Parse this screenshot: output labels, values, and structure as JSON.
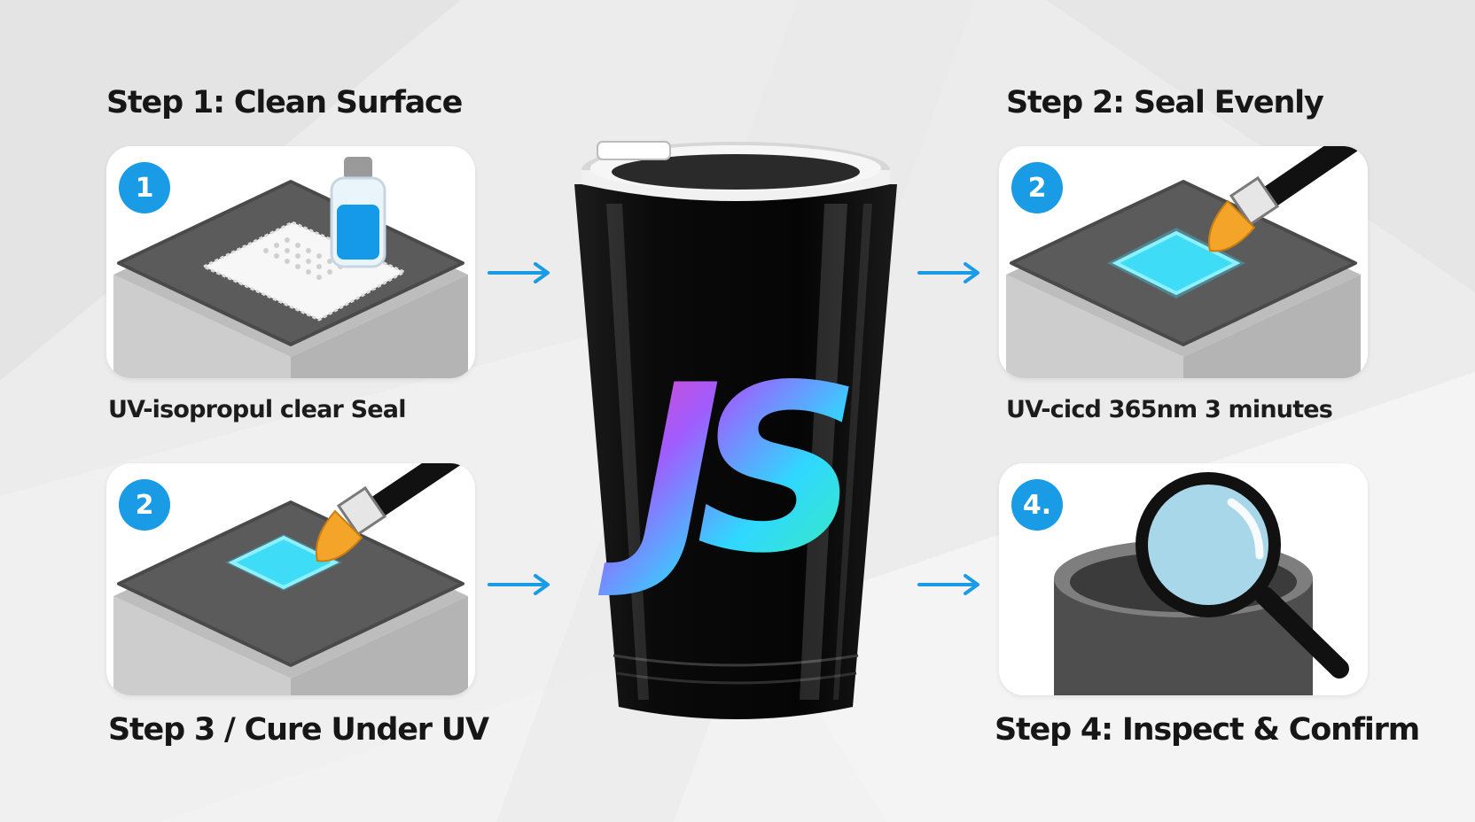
{
  "steps": [
    {
      "heading": "Step 1: Clean Surface",
      "badge": "1",
      "caption": "UV-isopropul clear Seal"
    },
    {
      "heading": "Step 2: Seal Evenly",
      "badge": "2",
      "caption": "UV-cicd 365nm 3 minutes"
    },
    {
      "heading": "",
      "badge": "2",
      "caption": "Step 3 / Cure Under UV"
    },
    {
      "heading": "",
      "badge": "4.",
      "caption": "Step 4: Inspect & Confirm"
    }
  ],
  "logo_text": "JS",
  "colors": {
    "badge": "#1a9be6",
    "arrow": "#1a9be6",
    "tumbler": "#0b0b0b",
    "slab_top": "#5a5a5a",
    "slab_side": "#cfcfcf",
    "seal_glow": "#33d6f5",
    "brush_bristles": "#f4a428"
  },
  "icons": [
    "cleaning-cloth-icon",
    "alcohol-bottle-icon",
    "brush-icon",
    "magnifier-icon",
    "arrow-right-icon"
  ]
}
